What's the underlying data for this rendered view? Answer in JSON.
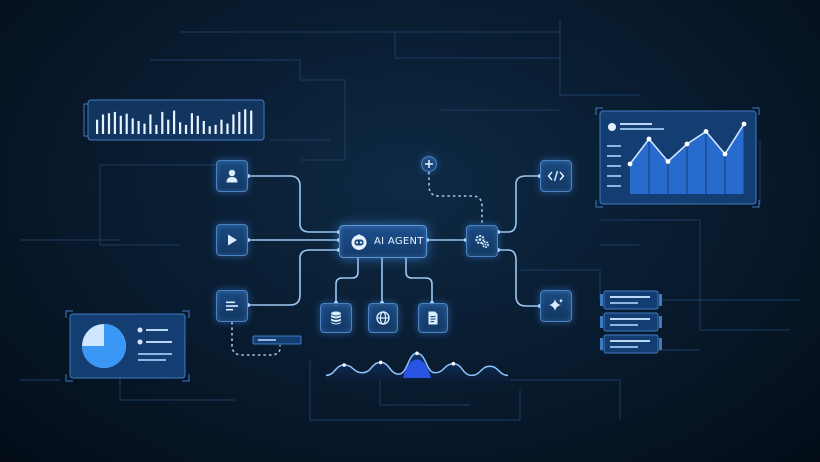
{
  "agent": {
    "label": "AI AGENT",
    "icon": "robot-icon"
  },
  "colors": {
    "accent": "#4aa3ff",
    "node_border": "#4b82c4",
    "line": "#7fb6ee",
    "background": "#071626"
  },
  "left_nodes": [
    {
      "name": "user",
      "icon": "user-icon"
    },
    {
      "name": "play",
      "icon": "play-icon"
    },
    {
      "name": "text",
      "icon": "text-lines-icon"
    }
  ],
  "bottom_nodes": [
    {
      "name": "database",
      "icon": "database-icon"
    },
    {
      "name": "globe",
      "icon": "globe-icon"
    },
    {
      "name": "document",
      "icon": "document-icon"
    }
  ],
  "right_nodes": [
    {
      "name": "settings",
      "icon": "gears-icon"
    },
    {
      "name": "code",
      "icon": "code-icon"
    },
    {
      "name": "sparkle",
      "icon": "sparkle-icon"
    },
    {
      "name": "add",
      "icon": "plus-icon"
    }
  ],
  "bar_levels": [
    0.55,
    0.75,
    0.8,
    0.85,
    0.7,
    0.78,
    0.6,
    0.5,
    0.4,
    0.75,
    0.35,
    0.85,
    0.55,
    0.9,
    0.45,
    0.35,
    0.8,
    0.7,
    0.5,
    0.3,
    0.35,
    0.55,
    0.4,
    0.75,
    0.85,
    0.95,
    0.9
  ],
  "line_chart": [
    0.2,
    0.7,
    0.25,
    0.6,
    0.85,
    0.4,
    1.0
  ],
  "pie_fraction": 0.75,
  "wave": [
    0.1,
    0.5,
    0.2,
    0.6,
    0.15,
    0.95,
    0.2,
    0.55,
    0.1,
    0.45,
    0.1
  ]
}
